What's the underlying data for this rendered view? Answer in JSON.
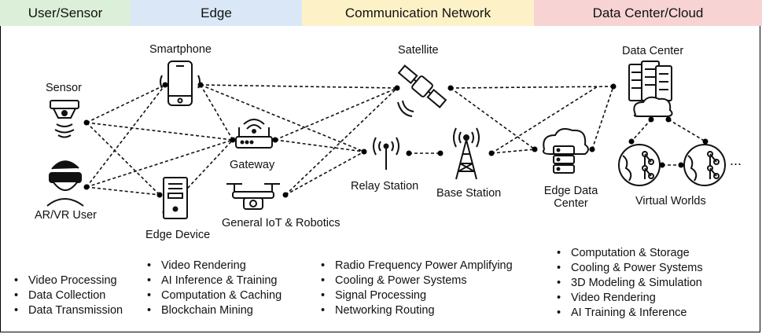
{
  "headers": [
    "User/Sensor",
    "Edge",
    "Communication Network",
    "Data Center/Cloud"
  ],
  "nodes": {
    "smartphone": "Smartphone",
    "sensor": "Sensor",
    "gateway": "Gateway",
    "ar_vr_user": "AR/VR User",
    "edge_device": "Edge Device",
    "iot_robotics": "General IoT & Robotics",
    "satellite": "Satellite",
    "relay_station": "Relay Station",
    "base_station": "Base Station",
    "edge_data_center_l1": "Edge Data",
    "edge_data_center_l2": "Center",
    "data_center": "Data Center",
    "virtual_worlds": "Virtual Worlds",
    "ellipsis": "..."
  },
  "lists": {
    "user_sensor": [
      "Video Processing",
      "Data Collection",
      "Data Transmission"
    ],
    "edge": [
      "Video Rendering",
      "AI Inference & Training",
      "Computation & Caching",
      "Blockchain Mining"
    ],
    "network": [
      "Radio Frequency Power Amplifying",
      "Cooling & Power Systems",
      "Signal Processing",
      "Networking Routing"
    ],
    "cloud": [
      "Computation & Storage",
      "Cooling & Power Systems",
      "3D Modeling & Simulation",
      "Video Rendering",
      "AI Training & Inference"
    ]
  }
}
